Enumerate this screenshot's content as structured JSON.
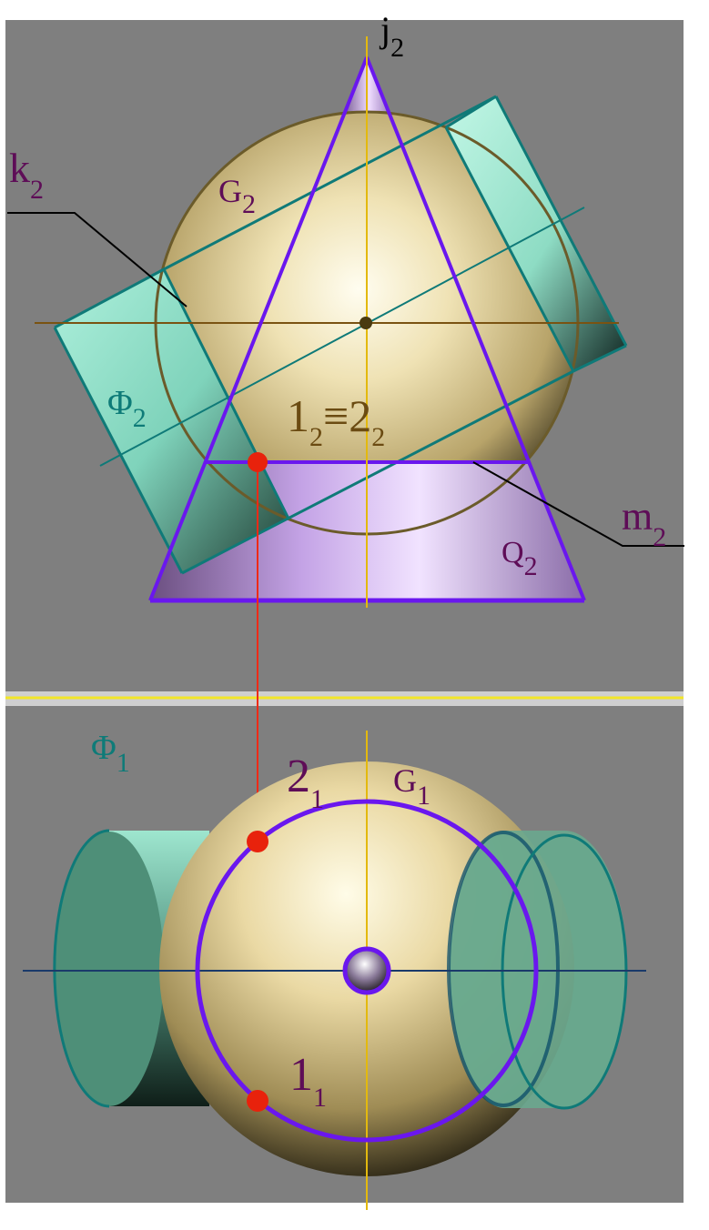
{
  "labels": {
    "j2": {
      "main": "j",
      "sub": "2"
    },
    "k2": {
      "main": "k",
      "sub": "2"
    },
    "G2": {
      "main": "G",
      "sub": "2"
    },
    "Phi2": {
      "main": "Φ",
      "sub": "2"
    },
    "coincident": {
      "a": "1",
      "a_sub": "2",
      "equiv": "≡",
      "b": "2",
      "b_sub": "2"
    },
    "m2": {
      "main": "m",
      "sub": "2"
    },
    "Q2": {
      "main": "Q",
      "sub": "2"
    },
    "Phi1": {
      "main": "Φ",
      "sub": "1"
    },
    "G1": {
      "main": "G",
      "sub": "1"
    },
    "p2_1": {
      "main": "2",
      "sub": "1"
    },
    "p1_1": {
      "main": "1",
      "sub": "1"
    }
  },
  "colors": {
    "background": "#7f7f7f",
    "sphere_light": "#fffbe2",
    "sphere_mid": "#e0d09a",
    "sphere_dark": "#2a2616",
    "cone": "#c9a8ee",
    "cylinder": "#9ce6cf",
    "cone_outline": "#6a17ee",
    "cylinder_outline": "#0f7a78",
    "axis": "#e3b90e",
    "horizontal_axis": "#7a5312",
    "projection_line": "#ef2a17",
    "point": "#e8220c",
    "label_purple": "#5e0d57",
    "label_teal": "#0e7b78",
    "label_brown": "#6b4b12",
    "separator_yellow": "#f2e628"
  }
}
